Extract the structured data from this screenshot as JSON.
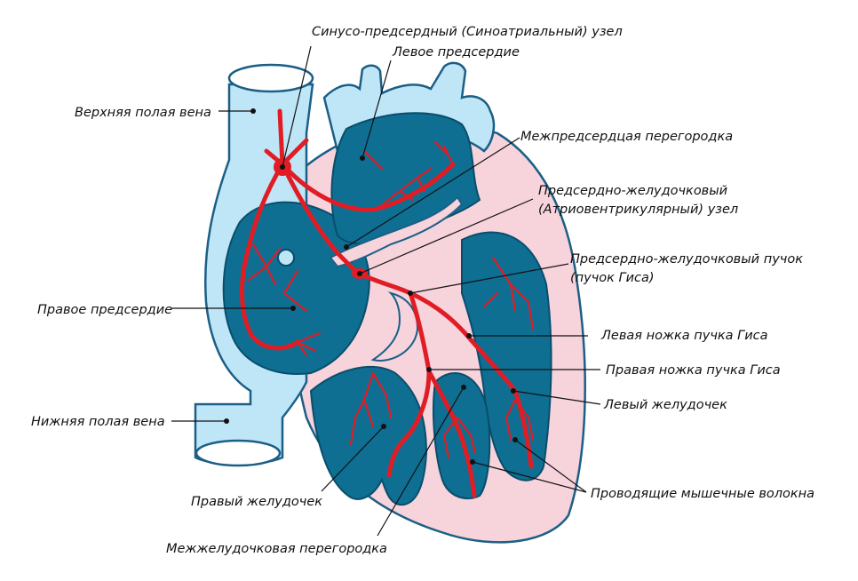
{
  "labels": {
    "sa_node": "Синусо-предсердный (Синоатриальный) узел",
    "left_atrium": "Левое предсердие",
    "svc": "Верхняя полая вена",
    "interatrial_septum": "Межпредсердцая перегородка",
    "av_node_line1": "Предсердно-желудочковый",
    "av_node_line2": "(Атриовентрикулярный) узел",
    "his_bundle_line1": "Предсердно-желудочковый пучок",
    "his_bundle_line2": "(пучок Гиса)",
    "right_atrium": "Правое предсердие",
    "left_bundle": "Левая ножка пучка Гиса",
    "right_bundle": "Правая ножка пучка Гиса",
    "left_ventricle": "Левый желудочек",
    "ivc": "Нижняя полая вена",
    "purkinje": "Проводящие мышечные волокна",
    "right_ventricle": "Правый желудочек",
    "interventricular_septum": "Межжелудочковая перегородка"
  },
  "colors": {
    "conduction_system": "#e01d25",
    "chamber": "#0e6f93",
    "vessel": "#bfe6f7",
    "myocardium": "#f7d3dc"
  }
}
